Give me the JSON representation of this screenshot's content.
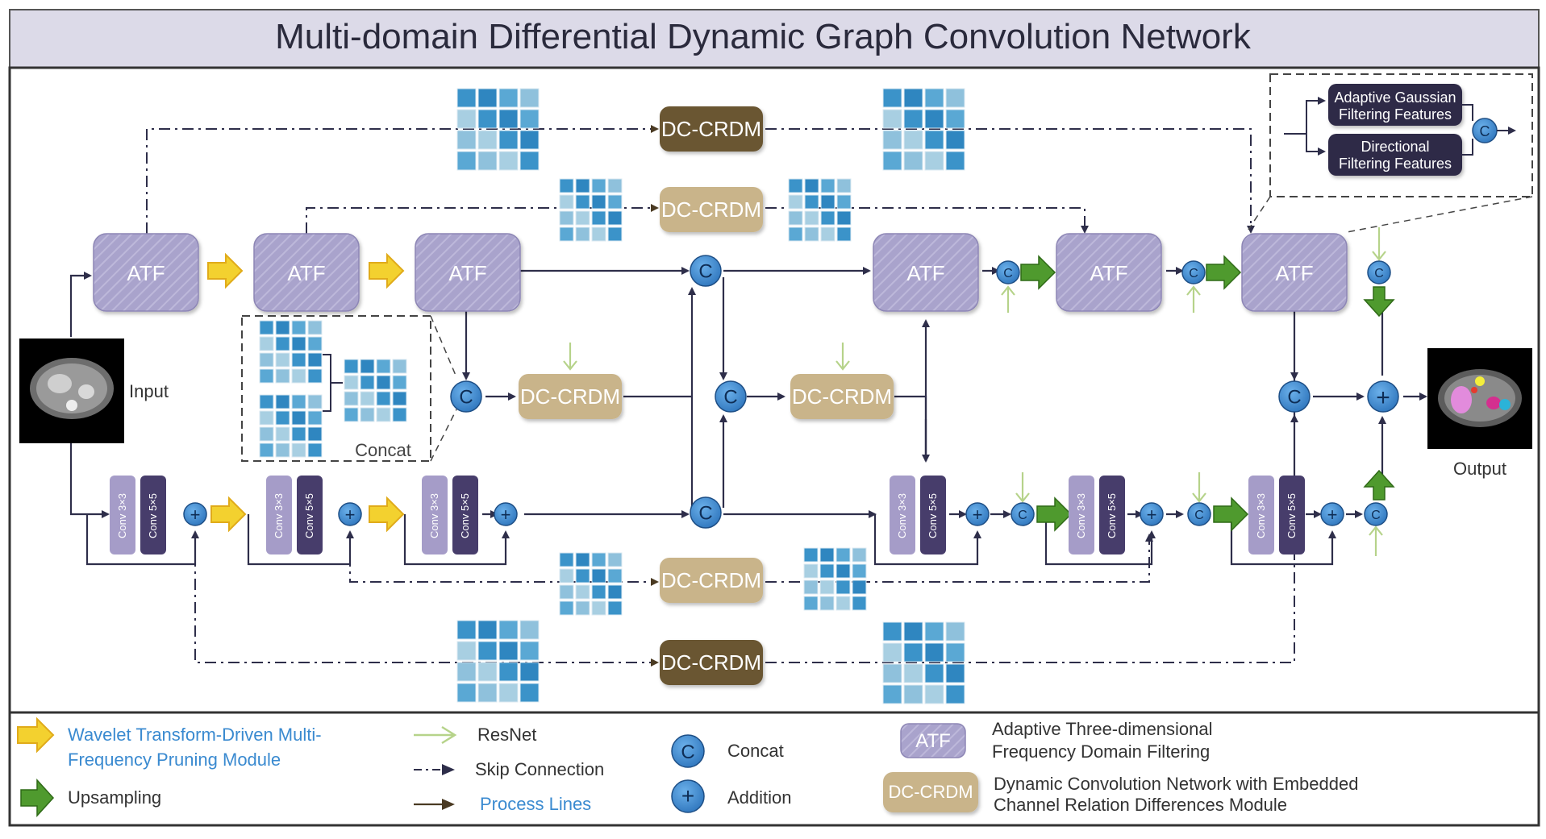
{
  "title": "Multi-domain Differential Dynamic Graph Convolution Network",
  "blocks": {
    "atf": "ATF",
    "dccrdm": "DC-CRDM",
    "conv3": "Conv 3×3",
    "conv5": "Conv 5×5",
    "concat_symbol": "C",
    "add_symbol": "+"
  },
  "labels": {
    "input": "Input",
    "output": "Output",
    "concat_inset": "Concat"
  },
  "inset": {
    "gaussian_line1": "Adaptive Gaussian",
    "gaussian_line2": "Filtering Features",
    "directional_line1": "Directional",
    "directional_line2": "Filtering Features"
  },
  "legend": {
    "wavelet_line1": "Wavelet Transform-Driven Multi-",
    "wavelet_line2": "Frequency Pruning Module",
    "upsampling": "Upsampling",
    "resnet": "ResNet",
    "skip": "Skip Connection",
    "process": "Process Lines",
    "concat": "Concat",
    "addition": "Addition",
    "atf_line1": "Adaptive Three-dimensional",
    "atf_line2": "Frequency Domain Filtering",
    "dccrdm_line1": "Dynamic Convolution Network with Embedded",
    "dccrdm_line2": "Channel Relation Differences Module"
  },
  "colors": {
    "atf_fill": "#a9a3cc",
    "dccrdm_dark": "#6a5633",
    "dccrdm_light": "#c9b48a",
    "conv3_fill": "#a59cc8",
    "conv5_fill": "#473d6b",
    "node_blue": "#3c87cd",
    "upsample_green": "#4f9a2e",
    "resnet_green": "#b6d38a",
    "wavelet_yellow": "#f3d12f",
    "line_dark": "#2e2e4a",
    "title_bg": "#dcdae8",
    "legend_blue_text": "#3a8ad0"
  },
  "icons": {
    "wavelet": "wavelet-arrow-icon",
    "upsampling": "upsampling-arrow-icon",
    "resnet": "resnet-arrow-icon",
    "skip": "skip-connection-arrow-icon",
    "process": "process-line-arrow-icon"
  }
}
